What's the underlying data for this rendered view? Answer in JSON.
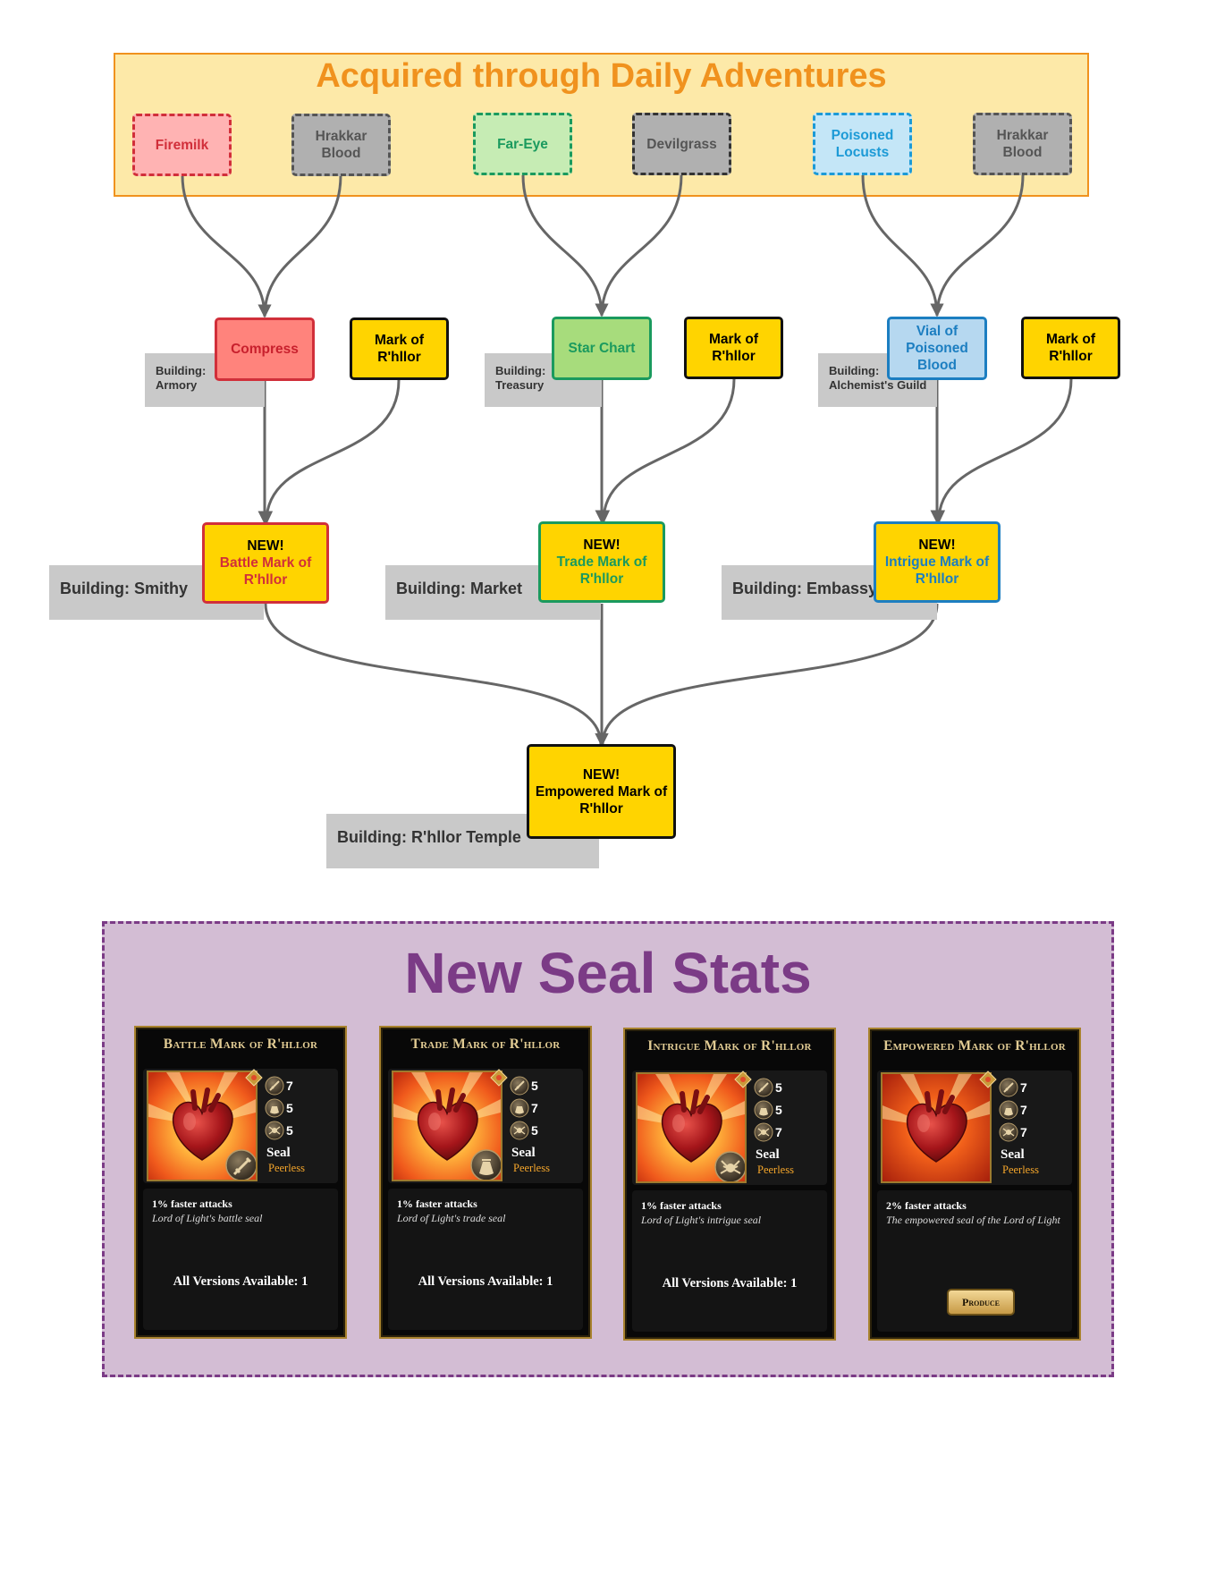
{
  "diagram": {
    "title": "Acquired through Daily Adventures",
    "sources": [
      {
        "label": "Firemilk"
      },
      {
        "label": "Hrakkar Blood"
      },
      {
        "label": "Far-Eye"
      },
      {
        "label": "Devilgrass"
      },
      {
        "label": "Poisoned Locusts"
      },
      {
        "label": "Hrakkar Blood"
      }
    ],
    "intermediates": [
      {
        "label": "Compress",
        "building": "Building:\nArmory"
      },
      {
        "label": "Star Chart",
        "building": "Building:\nTreasury"
      },
      {
        "label": "Vial of Poisoned Blood",
        "building": "Building:\nAlchemist's Guild"
      }
    ],
    "mark_label": "Mark of R'hllor",
    "new_marks": [
      {
        "prefix": "NEW!",
        "label": "Battle Mark of R'hllor",
        "building": "Building: Smithy"
      },
      {
        "prefix": "NEW!",
        "label": "Trade Mark of R'hllor",
        "building": "Building: Market"
      },
      {
        "prefix": "NEW!",
        "label": "Intrigue Mark of R'hllor",
        "building": "Building: Embassy"
      }
    ],
    "final": {
      "prefix": "NEW!",
      "label": "Empowered Mark of R'hllor",
      "building": "Building: R'hllor Temple"
    },
    "colors": {
      "title": "#f0921e",
      "banner_bg": "#fde9a8",
      "red": "#d12f3a",
      "green": "#1a9a5e",
      "blue": "#1c82c4",
      "gold": "#ffd400",
      "arrow": "#666666"
    }
  },
  "stats_panel": {
    "title": "New Seal Stats",
    "title_color": "#7b3b86",
    "cards": [
      {
        "title": "Battle Mark of R'hllor",
        "stats": [
          "7",
          "5",
          "5"
        ],
        "type": "Seal",
        "rarity": "Peerless",
        "effect": "1% faster attacks",
        "desc": "Lord of Light's battle seal",
        "footer": "All Versions Available: 1",
        "badge": "sword-icon"
      },
      {
        "title": "Trade Mark of R'hllor",
        "stats": [
          "5",
          "7",
          "5"
        ],
        "type": "Seal",
        "rarity": "Peerless",
        "effect": "1% faster attacks",
        "desc": "Lord of Light's trade seal",
        "footer": "All Versions Available: 1",
        "badge": "coin-bag-icon"
      },
      {
        "title": "Intrigue Mark of R'hllor",
        "stats": [
          "5",
          "5",
          "7"
        ],
        "type": "Seal",
        "rarity": "Peerless",
        "effect": "1% faster attacks",
        "desc": "Lord of Light's intrigue seal",
        "footer": "All Versions Available: 1",
        "badge": "spider-icon"
      },
      {
        "title": "Empowered Mark of R'hllor",
        "stats": [
          "7",
          "7",
          "7"
        ],
        "type": "Seal",
        "rarity": "Peerless",
        "effect": "2% faster attacks",
        "desc": "The empowered seal of the Lord of Light",
        "button": "Produce",
        "badge": ""
      }
    ]
  }
}
